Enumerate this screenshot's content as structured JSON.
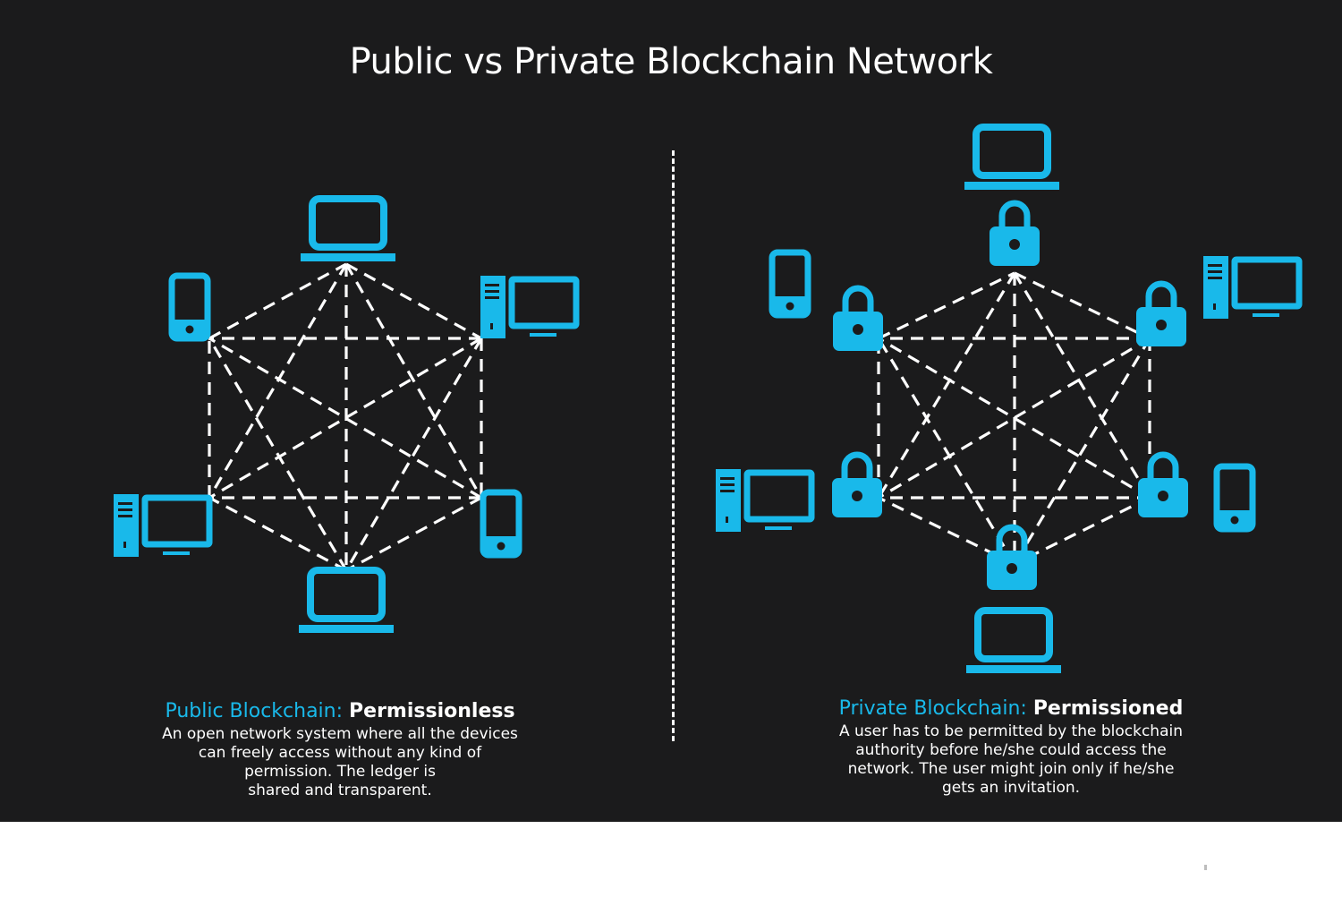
{
  "title": "Public vs Private Blockchain Network",
  "colors": {
    "background": "#1b1b1c",
    "accent": "#19b9ea",
    "line": "#ffffff"
  },
  "public": {
    "heading_accent": "Public Blockchain:",
    "heading_strong": "Permissionless",
    "description": "An open network system where all the devices\ncan freely access without any kind of\npermission. The ledger is\nshared and transparent.",
    "devices": [
      "laptop-icon",
      "desktop-icon",
      "smartphone-icon",
      "laptop-icon",
      "desktop-icon",
      "smartphone-icon"
    ]
  },
  "private": {
    "heading_accent": "Private Blockchain:",
    "heading_strong": "Permissioned",
    "description": "A user has to be permitted by the blockchain\nauthority before he/she could access the\nnetwork. The user might join only if he/she\ngets an invitation.",
    "devices": [
      "laptop-icon",
      "desktop-icon",
      "smartphone-icon",
      "laptop-icon",
      "desktop-icon",
      "smartphone-icon"
    ],
    "locks": 6
  }
}
